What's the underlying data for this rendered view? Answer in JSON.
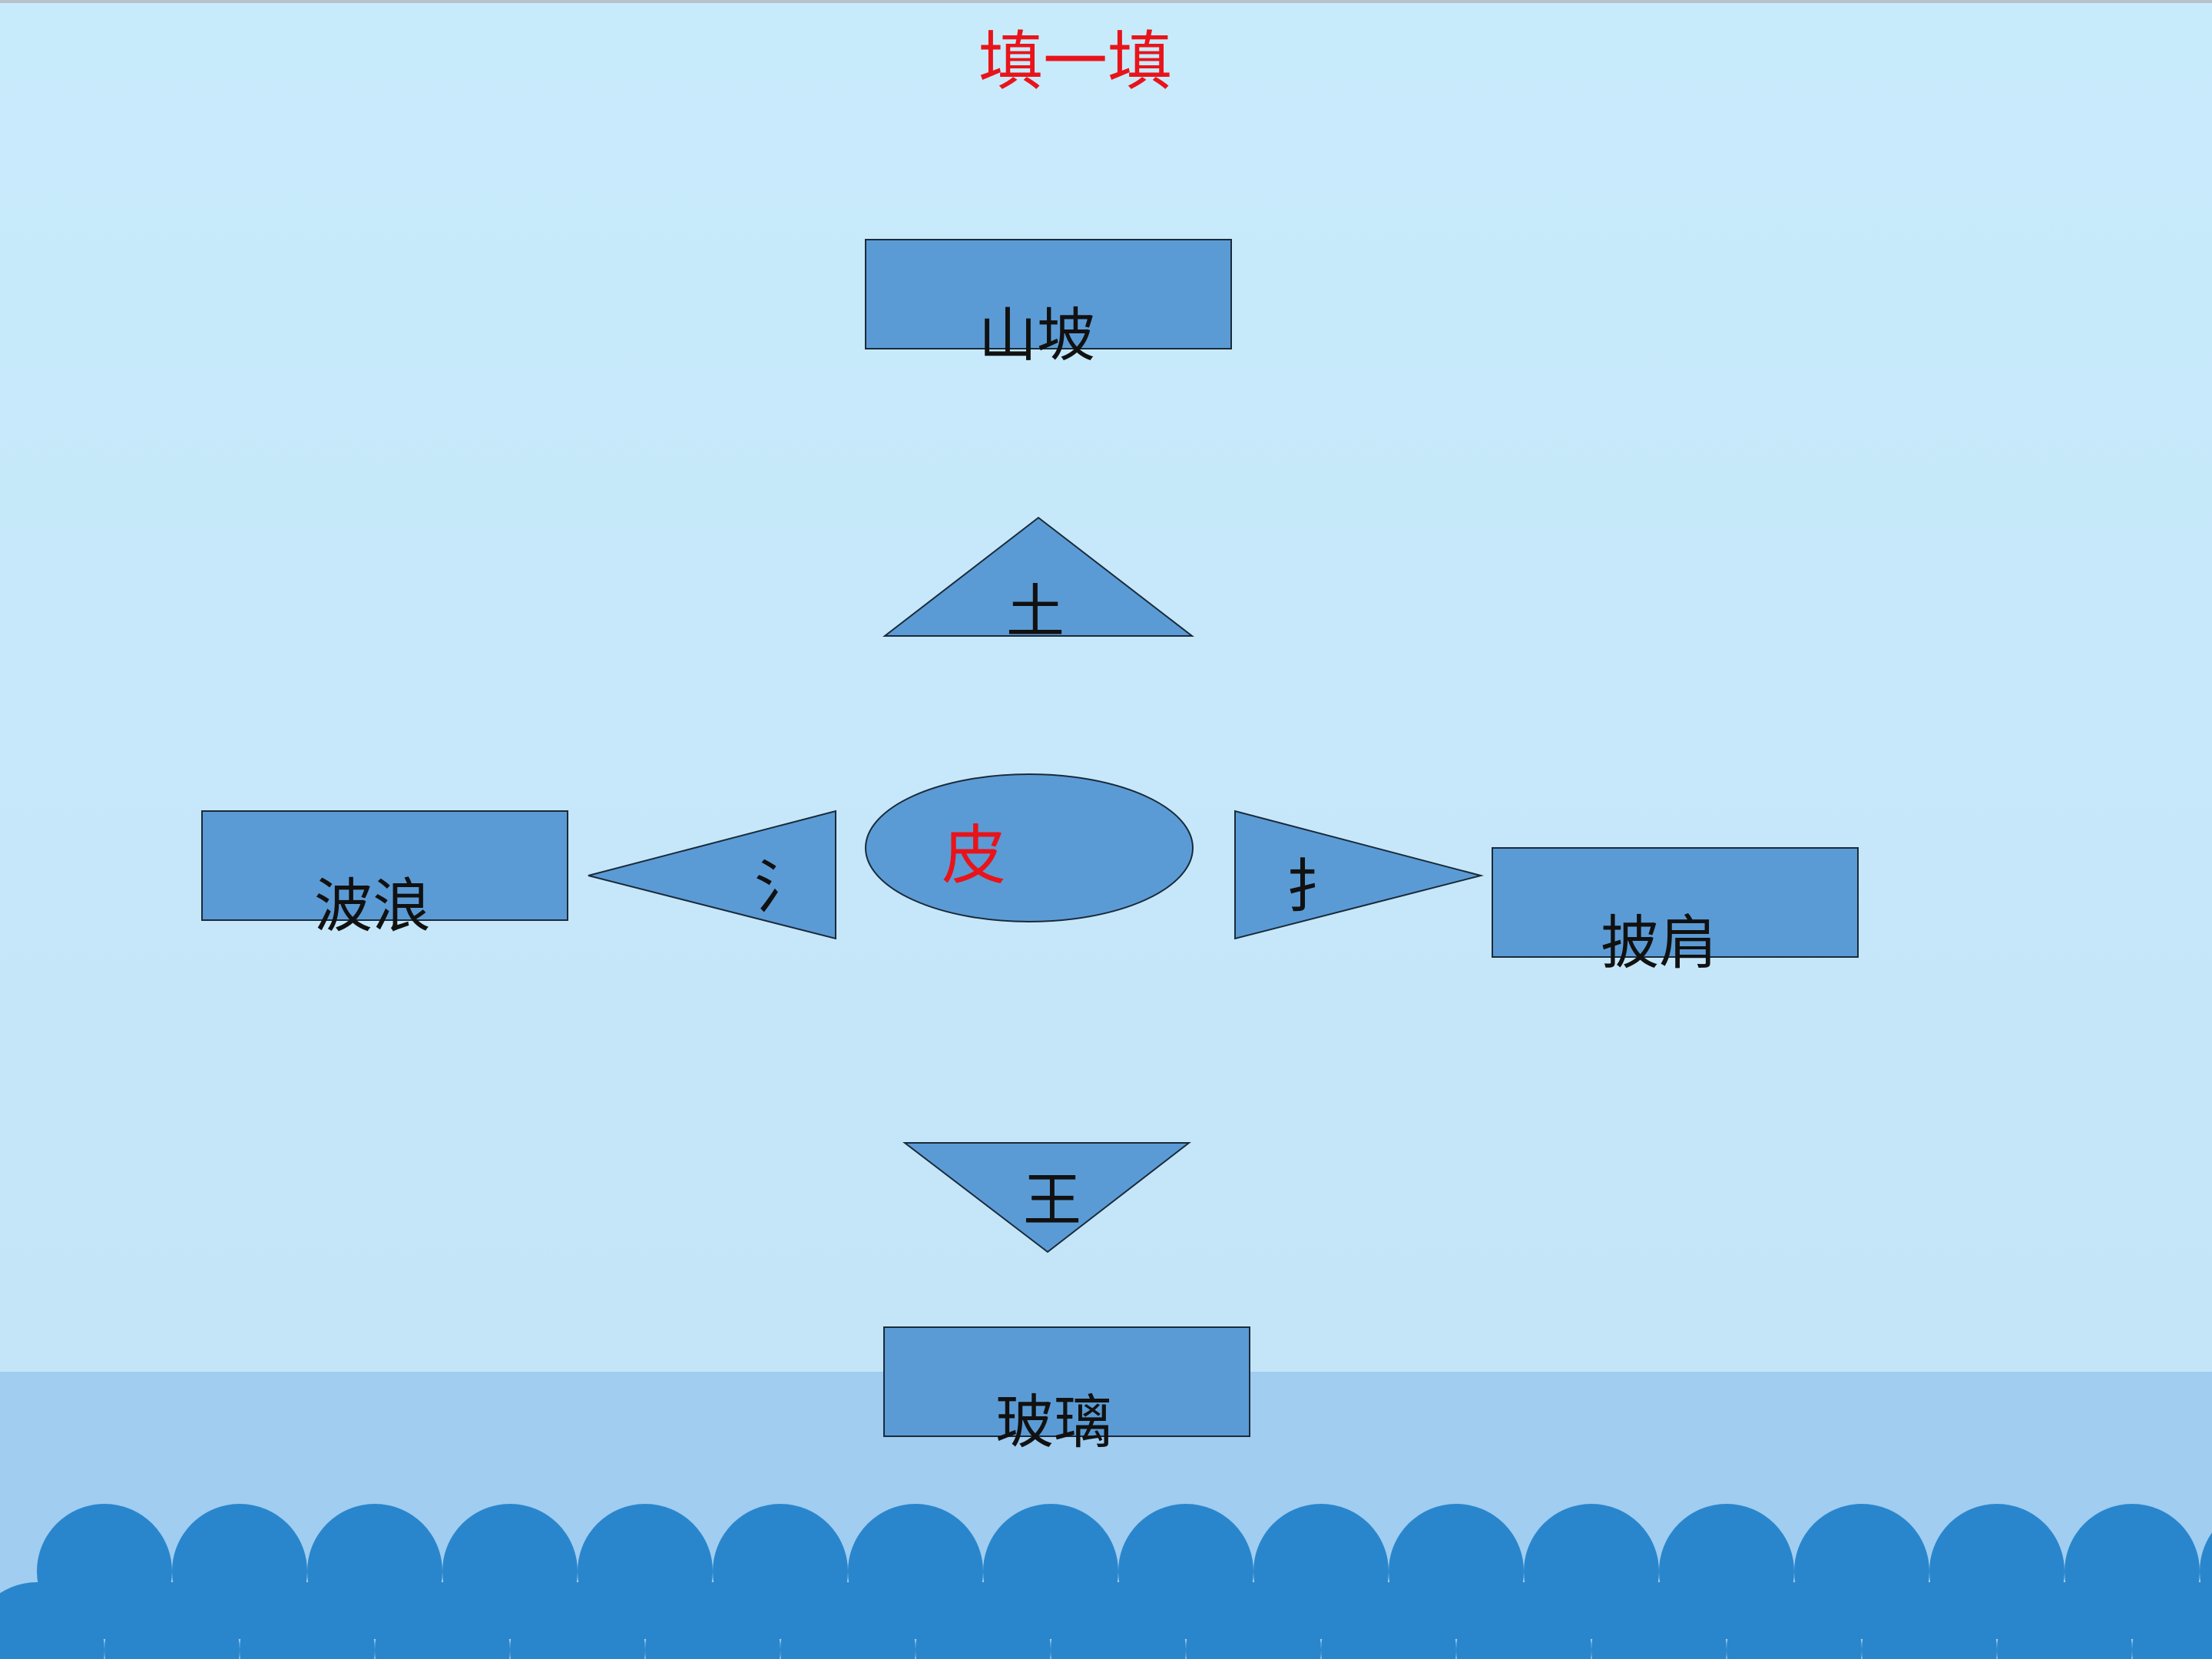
{
  "title": "填一填",
  "center": {
    "char": "皮"
  },
  "branches": {
    "top": {
      "radical": "土",
      "word": "山坡"
    },
    "left": {
      "radical": "氵",
      "word": "波浪"
    },
    "right": {
      "radical": "扌",
      "word": "披肩"
    },
    "bottom": {
      "radical": "王",
      "word": "玻璃"
    }
  },
  "colors": {
    "background": "#c8ebfc",
    "shape_fill": "#5b9bd5",
    "wave": "#2a86cc",
    "title": "#e8141a",
    "center_char": "#e8141a"
  }
}
